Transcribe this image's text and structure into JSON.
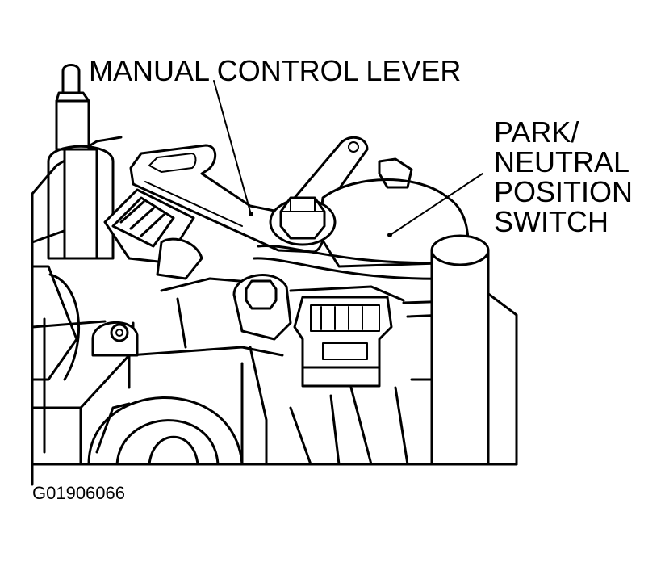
{
  "figure": {
    "labels": {
      "manual_control_lever": "MANUAL CONTROL LEVER",
      "switch_lines": [
        "PARK/",
        "NEUTRAL",
        "POSITION",
        "SWITCH"
      ]
    },
    "figure_code": "G01906066"
  }
}
